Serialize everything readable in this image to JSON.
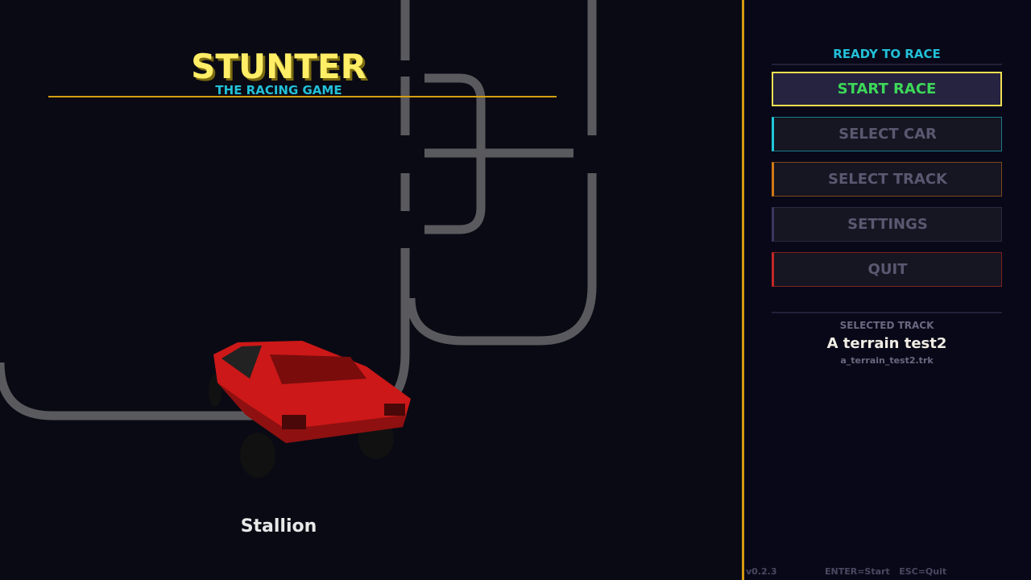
{
  "header": {
    "title": "STUNTER",
    "subtitle": "THE RACING GAME"
  },
  "preview": {
    "car_name": "Stallion",
    "car_color": "#cc1818"
  },
  "menu": {
    "status": "READY TO RACE",
    "items": [
      {
        "label": "START RACE",
        "accent": "#f0e050",
        "selected": true
      },
      {
        "label": "SELECT CAR",
        "accent": "#20b8c8"
      },
      {
        "label": "SELECT TRACK",
        "accent": "#d07818"
      },
      {
        "label": "SETTINGS",
        "accent": "#3a3660"
      },
      {
        "label": "QUIT",
        "accent": "#c02828"
      }
    ]
  },
  "selected_track": {
    "label": "SELECTED TRACK",
    "name": "A terrain test2",
    "file": "a_terrain_test2.trk"
  },
  "footer": {
    "version": "v0.2.3",
    "hints": "ENTER=Start   ESC=Quit"
  }
}
